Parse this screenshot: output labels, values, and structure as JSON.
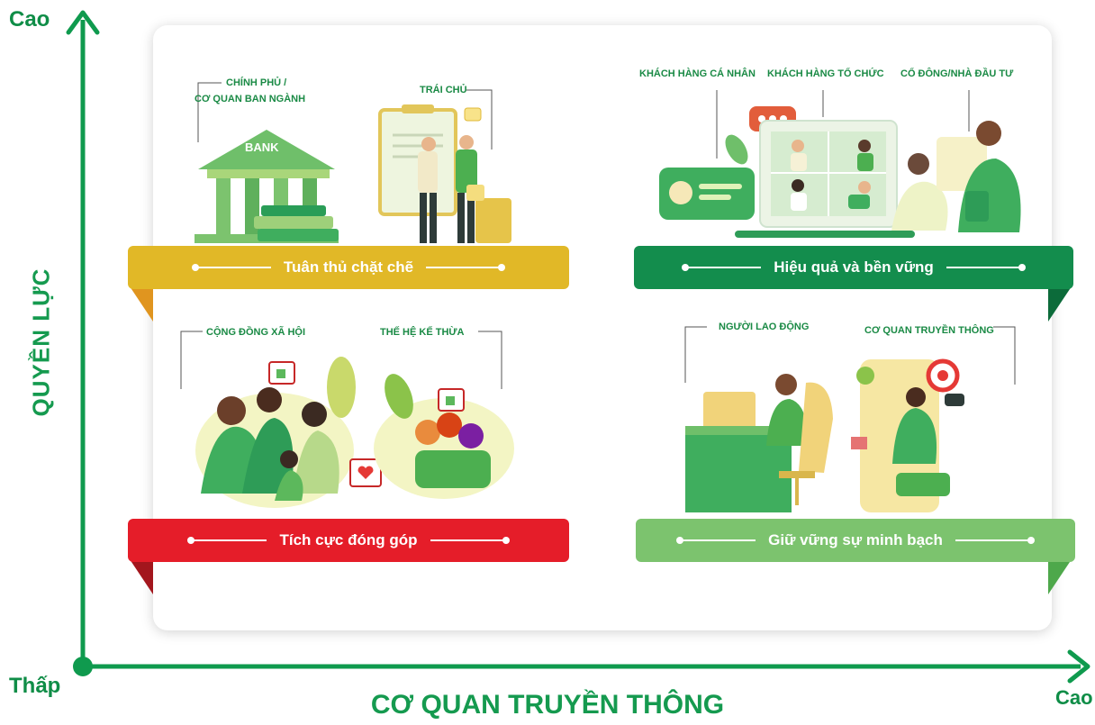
{
  "axes": {
    "y_high": "Cao",
    "x_low": "Thấp",
    "x_high": "Cao",
    "y_title": "QUYỀN LỰC",
    "x_title": "CƠ QUAN TRUYỀN THÔNG"
  },
  "quadrants": {
    "top_left": {
      "banner": "Tuân thủ chặt chẽ",
      "labels": [
        "CHÍNH PHỦ /",
        "CƠ QUAN  BAN NGÀNH",
        "TRÁI CHỦ"
      ],
      "bank_sign": "BANK"
    },
    "top_right": {
      "banner": "Hiệu quả và bền vững",
      "labels": [
        "KHÁCH HÀNG CÁ NHÂN",
        "KHÁCH HÀNG TỔ CHỨC",
        "CỔ ĐÔNG/NHÀ ĐẦU TƯ"
      ]
    },
    "bottom_left": {
      "banner": "Tích cực đóng góp",
      "labels": [
        "CỘNG ĐỒNG XÃ HỘI",
        "THẾ HỆ KẾ THỪA"
      ]
    },
    "bottom_right": {
      "banner": "Giữ vững sự minh bạch",
      "labels": [
        "NGƯỜI LAO ĐỘNG",
        "CƠ QUAN TRUYỀN THÔNG"
      ]
    }
  },
  "colors": {
    "axis": "#0f9a4e",
    "tuan_thu": "#e1b827",
    "hieu_qua": "#138d4d",
    "tich_cuc": "#e51d29",
    "giu_vung": "#7cc36e"
  }
}
